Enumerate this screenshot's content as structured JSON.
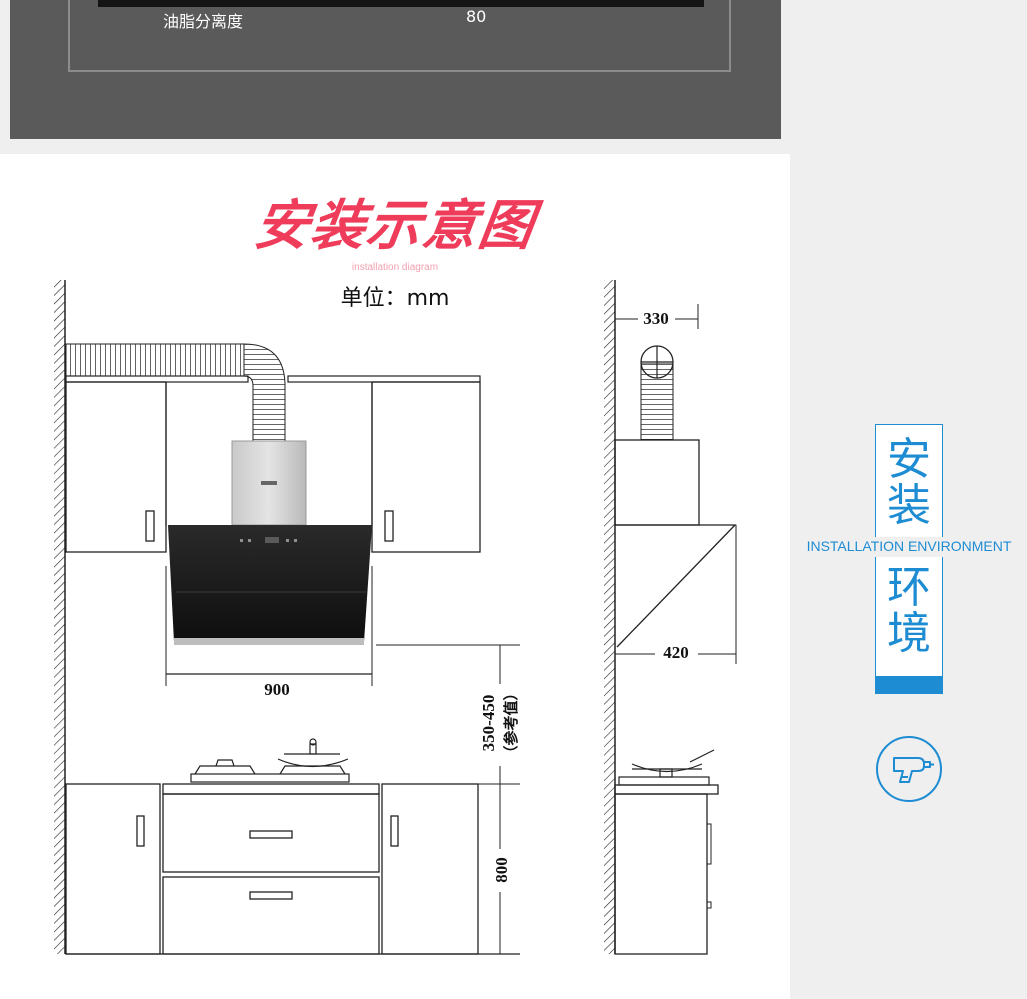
{
  "spec": {
    "row_label": "油脂分离度",
    "row_value": "80"
  },
  "diagram": {
    "title": "安装示意图",
    "subtitle": "installation diagram",
    "unit": "单位：mm",
    "dim_width": "900",
    "dim_height_range": "350-450",
    "dim_height_note": "（参考值）",
    "dim_cabinet_height": "800",
    "dim_top_depth": "330",
    "dim_depth": "420"
  },
  "side": {
    "title_chars": [
      "安",
      "装",
      "环",
      "境"
    ],
    "subtitle": "INSTALLATION ENVIRONMENT",
    "icon": "drill-icon"
  },
  "colors": {
    "title_red": "#ef3c5b",
    "accent_blue": "#1d8cd3",
    "dark_panel": "#5a5a5a"
  }
}
